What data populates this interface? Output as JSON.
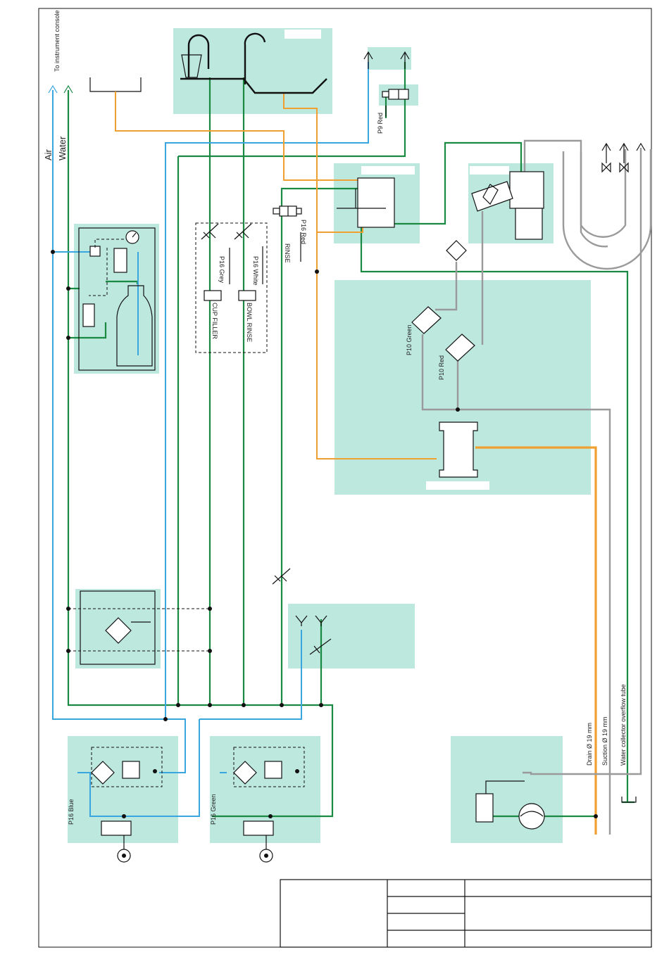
{
  "header": {
    "to_instrument_console": "To instrument console",
    "air": "Air",
    "water": "Water"
  },
  "valves": {
    "p9_red": "P9 Red",
    "p16_red": "P16 Red",
    "rinse": "RINSE",
    "p16_grey": "P16 Grey",
    "p16_white": "P16 White",
    "cup_filler": "CUP FILLER",
    "bowl_rinse": "BOWL RINSE",
    "p10_green": "P10 Green",
    "p10_red": "P10 Red",
    "p16_blue": "P16 Blue",
    "p16_green": "P16 Green"
  },
  "tubes": {
    "drain": "Drain Ø 19 mm",
    "suction": "Suction Ø 19 mm",
    "overflow": "Water collector overflow tube"
  },
  "line_colors": {
    "water": "#1a8a43",
    "air": "#3aa6e0",
    "drain": "#f0a030",
    "suction": "#9a9a9a",
    "panel": "#bde8de"
  }
}
